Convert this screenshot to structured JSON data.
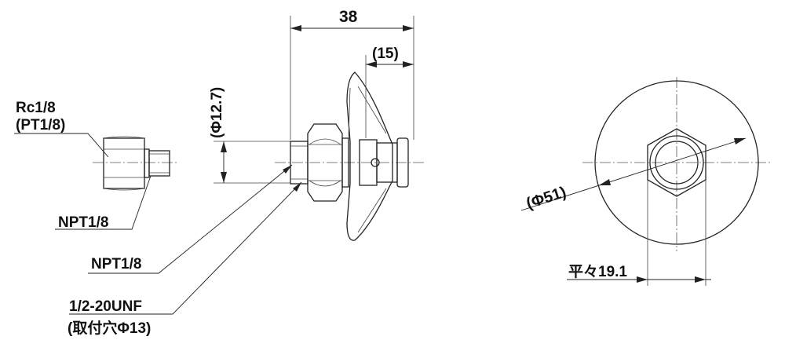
{
  "labels": {
    "rc": "Rc1/8",
    "pt": "(PT1/8)",
    "npt_small": "NPT1/8",
    "npt_main": "NPT1/8",
    "unf": "1/2-20UNF",
    "mount_hole": "(取付穴Φ13)",
    "dim_38": "38",
    "dim_15": "(15)",
    "dim_phi127": "(Φ12.7)",
    "dim_phi51": "(Φ51)",
    "across_flats": "平々19.1"
  }
}
